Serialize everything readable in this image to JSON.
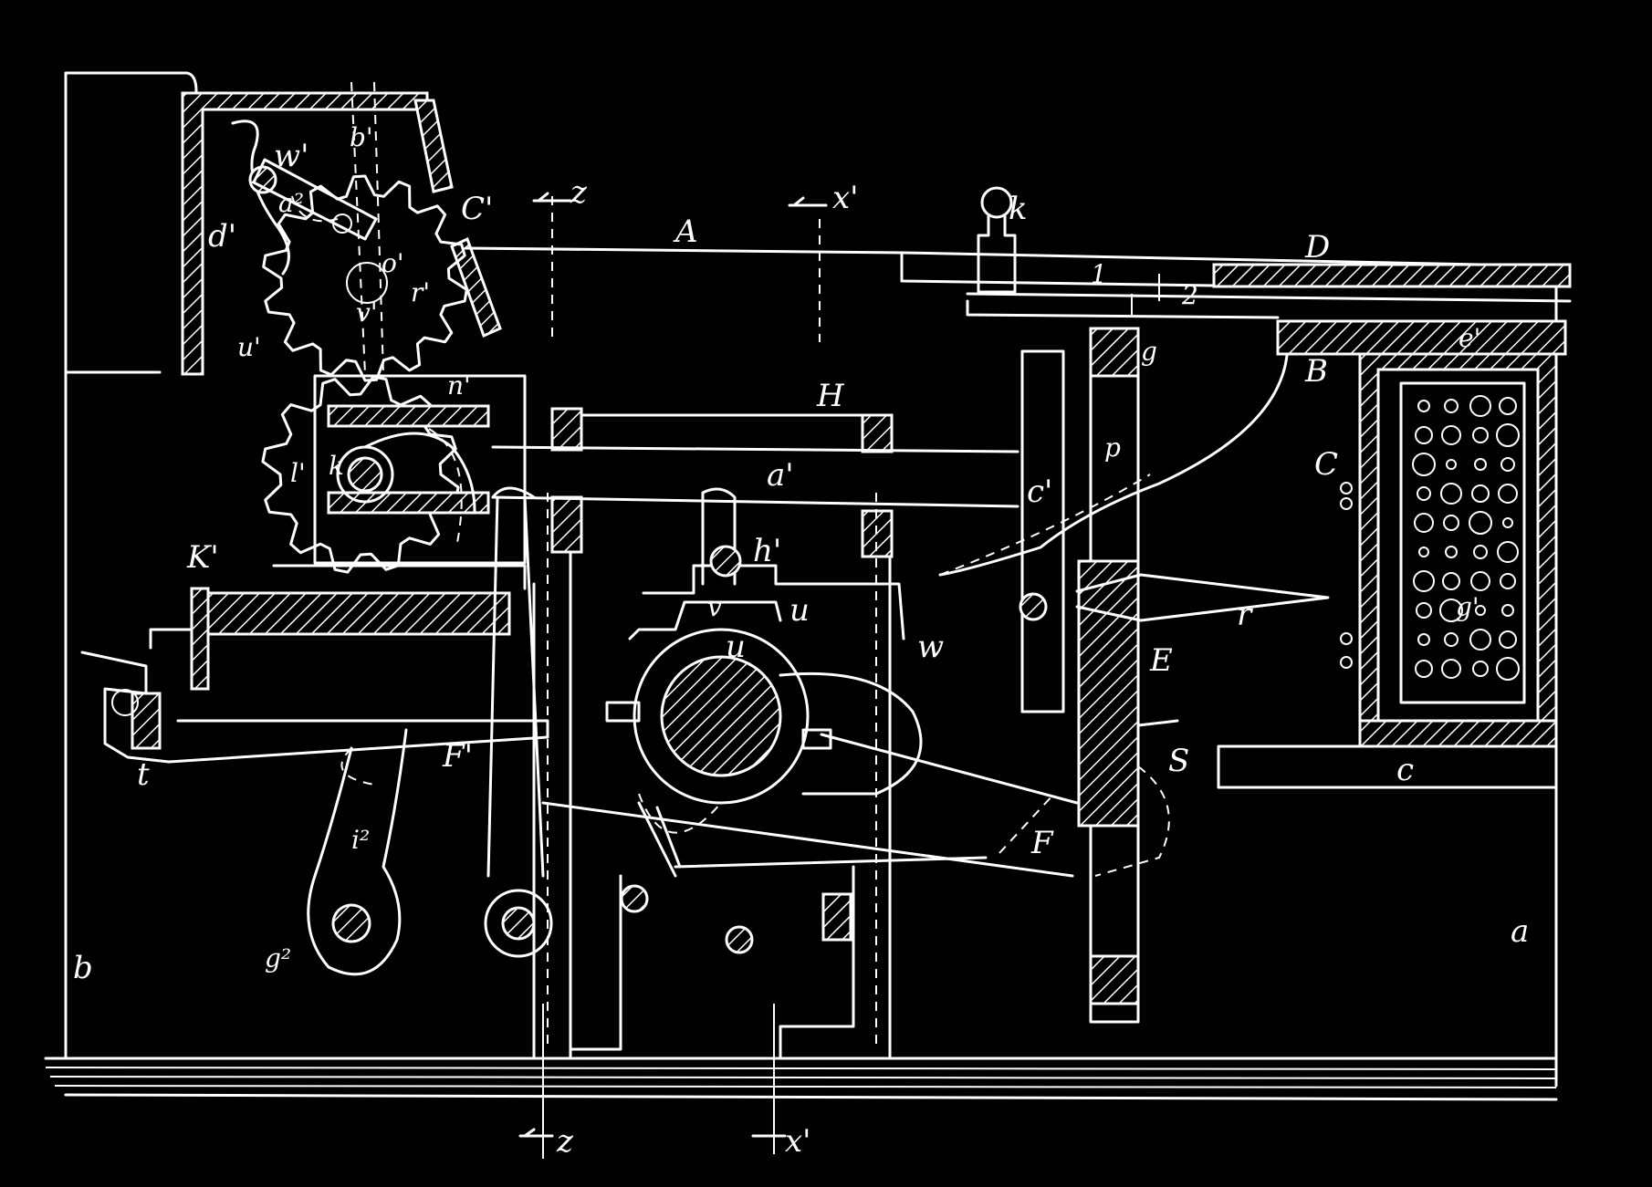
{
  "labels": {
    "A": "A",
    "B": "B",
    "C": "C",
    "c_lower": "c",
    "D": "D",
    "E": "E",
    "F": "F",
    "F_prime": "F'",
    "H": "H",
    "K_prime": "K'",
    "a_lower": "a",
    "b_lower": "b",
    "a_prime": "a'",
    "c_prime": "c'",
    "c_prime_top": "C'",
    "d_prime": "d'",
    "w_prime": "w'",
    "b_prime": "b'",
    "a2": "a²",
    "o_prime": "o'",
    "r_prime": "r'",
    "v_prime": "v'",
    "u_prime": "u'",
    "n_prime": "n'",
    "l_prime": "l'",
    "k_lower": "k",
    "h_prime": "h'",
    "v_lower": "v",
    "u_lower": "u",
    "u2": "u",
    "w_lower": "w",
    "e_prime": "e'",
    "g_prime": "g'",
    "i2": "i²",
    "g2": "g²",
    "t_lower": "t",
    "S": "S",
    "r_lower": "r",
    "p_lower": "p",
    "g_lower": "g",
    "z_top": "z",
    "x_prime_top": "x'",
    "z_bottom": "z",
    "x_prime_bottom": "x'",
    "one": "1",
    "two": "2",
    "C_hole": "C"
  },
  "colors": {
    "background": "#000000",
    "line": "#ffffff"
  }
}
